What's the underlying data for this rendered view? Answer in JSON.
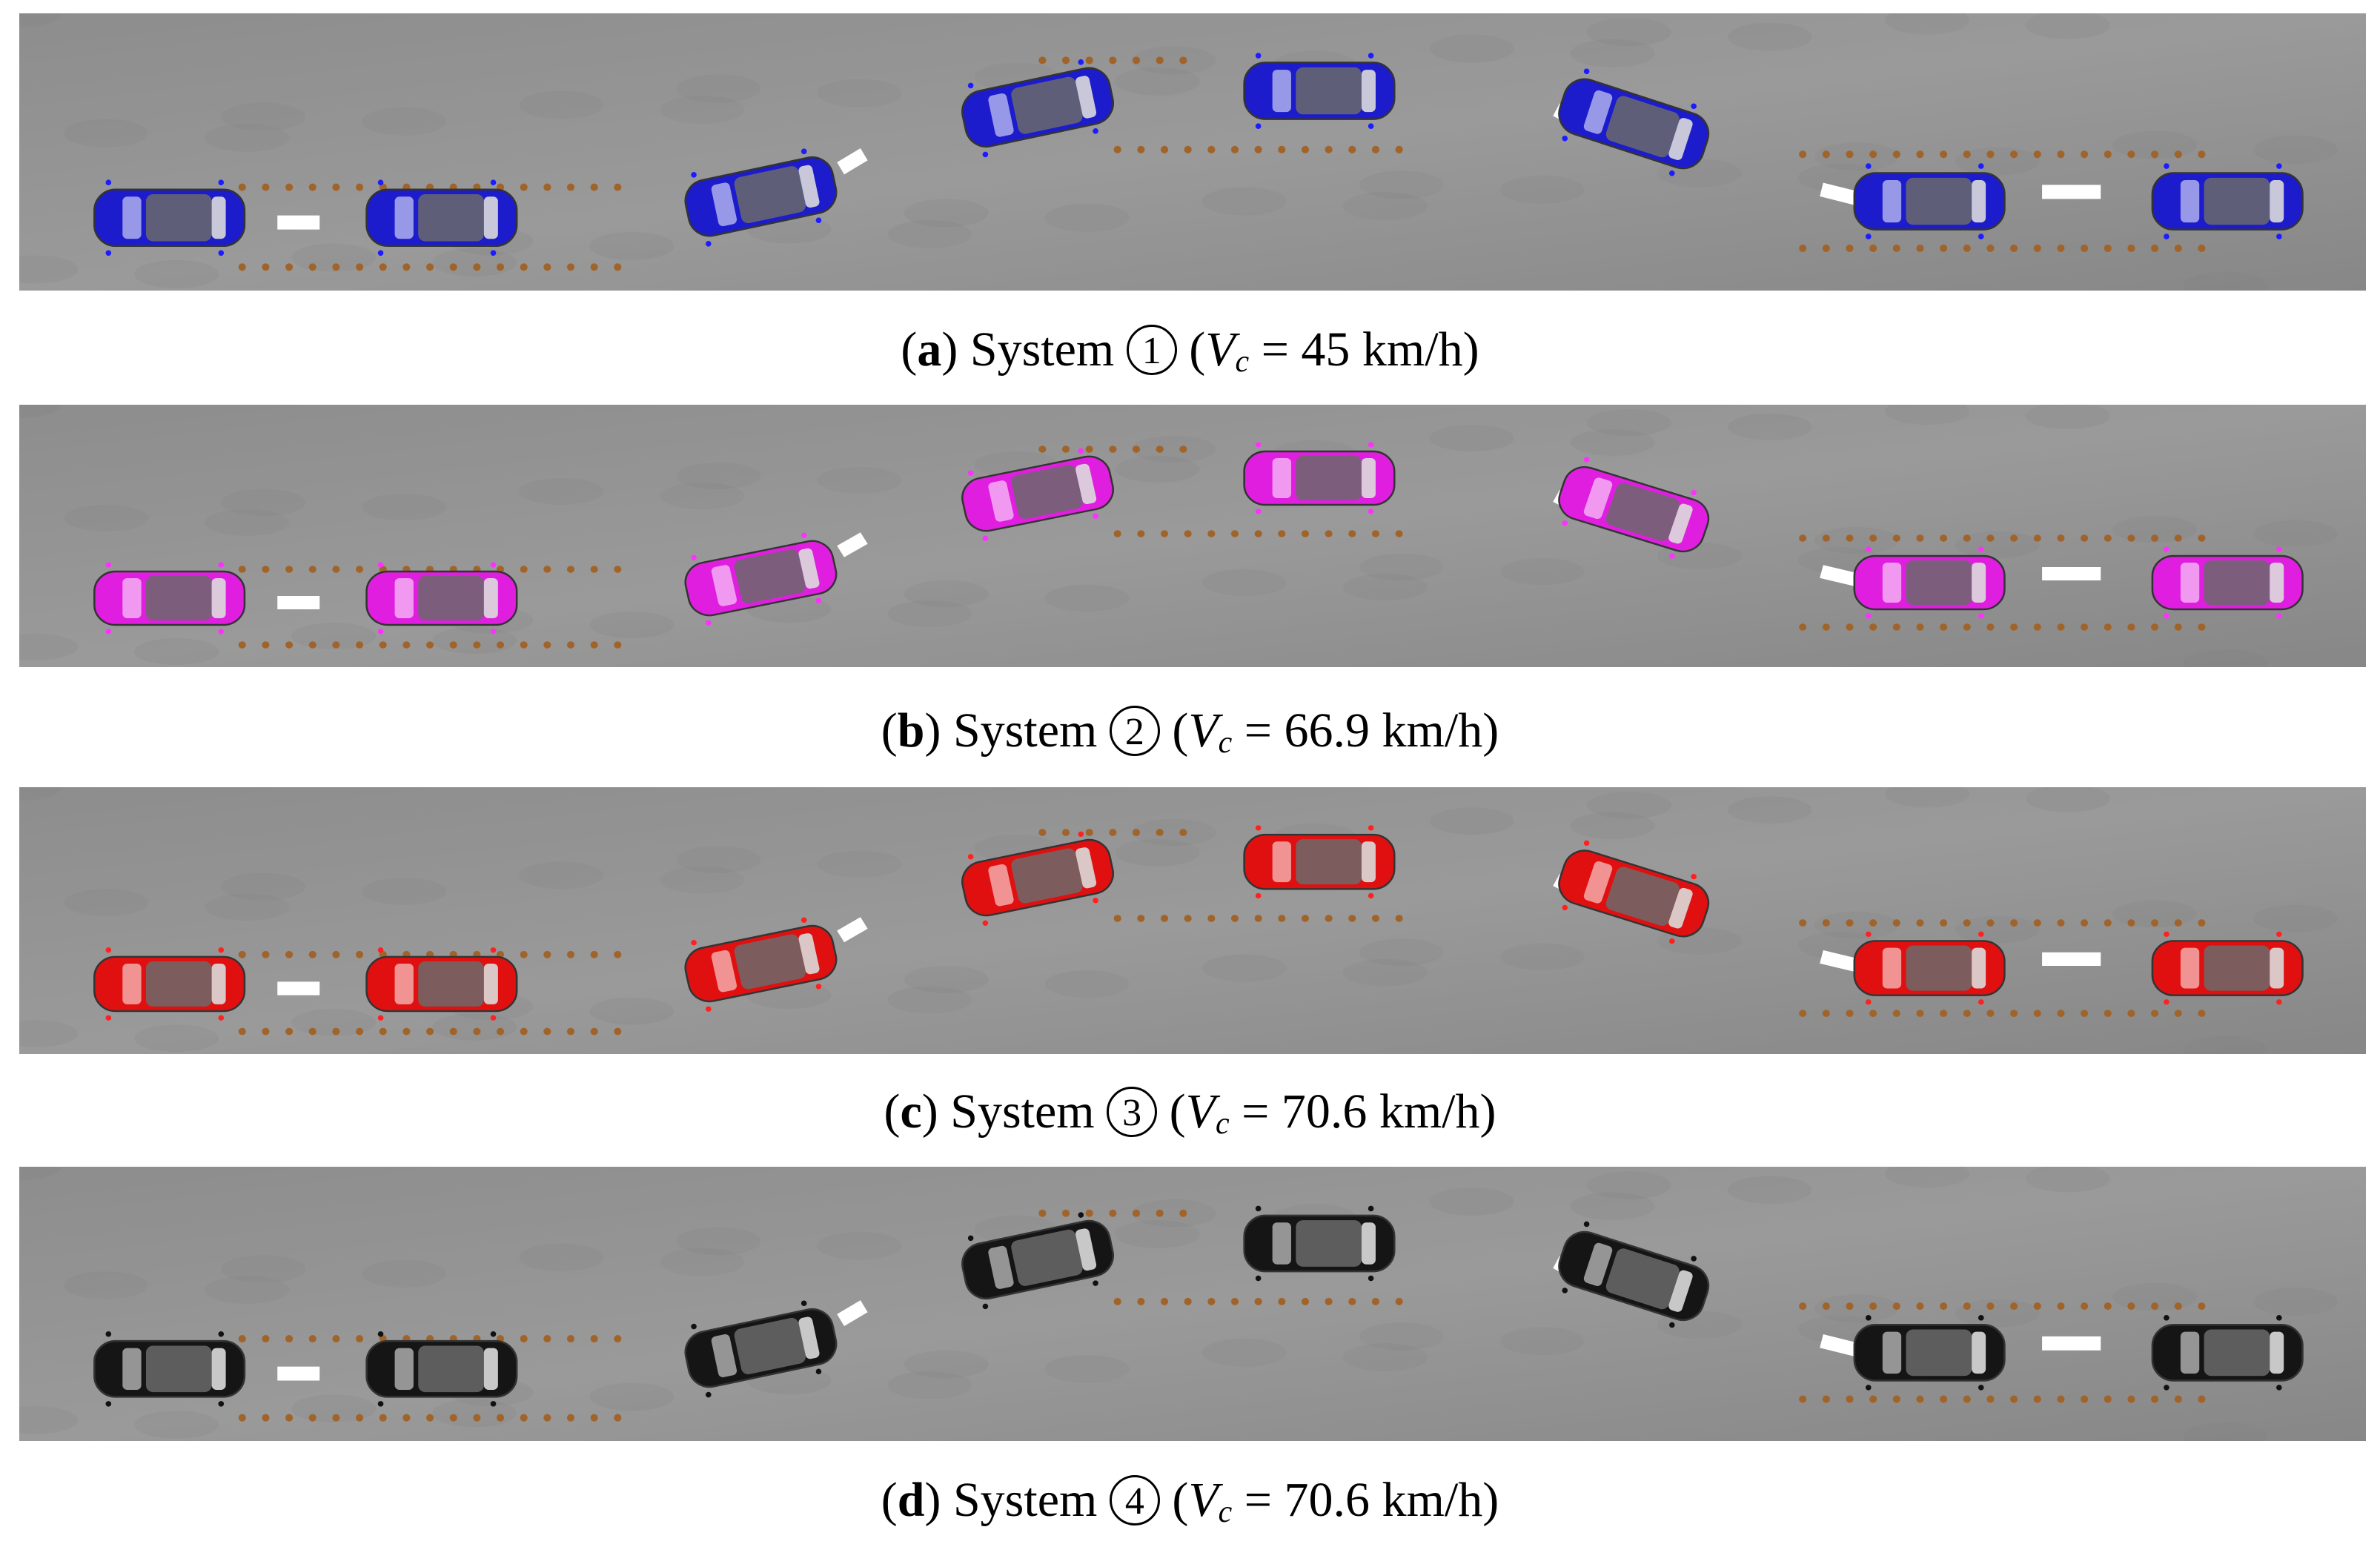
{
  "panels": [
    {
      "letter": "a",
      "system_word": "System",
      "system_number": "1",
      "var": "V",
      "subscript": "c",
      "equals": "=",
      "speed": "45 km/h",
      "car_color": "#1c1ccc",
      "marker_color": "#1c1cff"
    },
    {
      "letter": "b",
      "system_word": "System",
      "system_number": "2",
      "var": "V",
      "subscript": "c",
      "equals": "=",
      "speed": "66.9 km/h",
      "car_color": "#e01ee0",
      "marker_color": "#ff30ff"
    },
    {
      "letter": "c",
      "system_word": "System",
      "system_number": "3",
      "var": "V",
      "subscript": "c",
      "equals": "=",
      "speed": "70.6 km/h",
      "car_color": "#e01010",
      "marker_color": "#ff2020"
    },
    {
      "letter": "d",
      "system_word": "System",
      "system_number": "4",
      "var": "V",
      "subscript": "c",
      "equals": "=",
      "speed": "70.6 km/h",
      "car_color": "#151515",
      "marker_color": "#111111"
    }
  ]
}
